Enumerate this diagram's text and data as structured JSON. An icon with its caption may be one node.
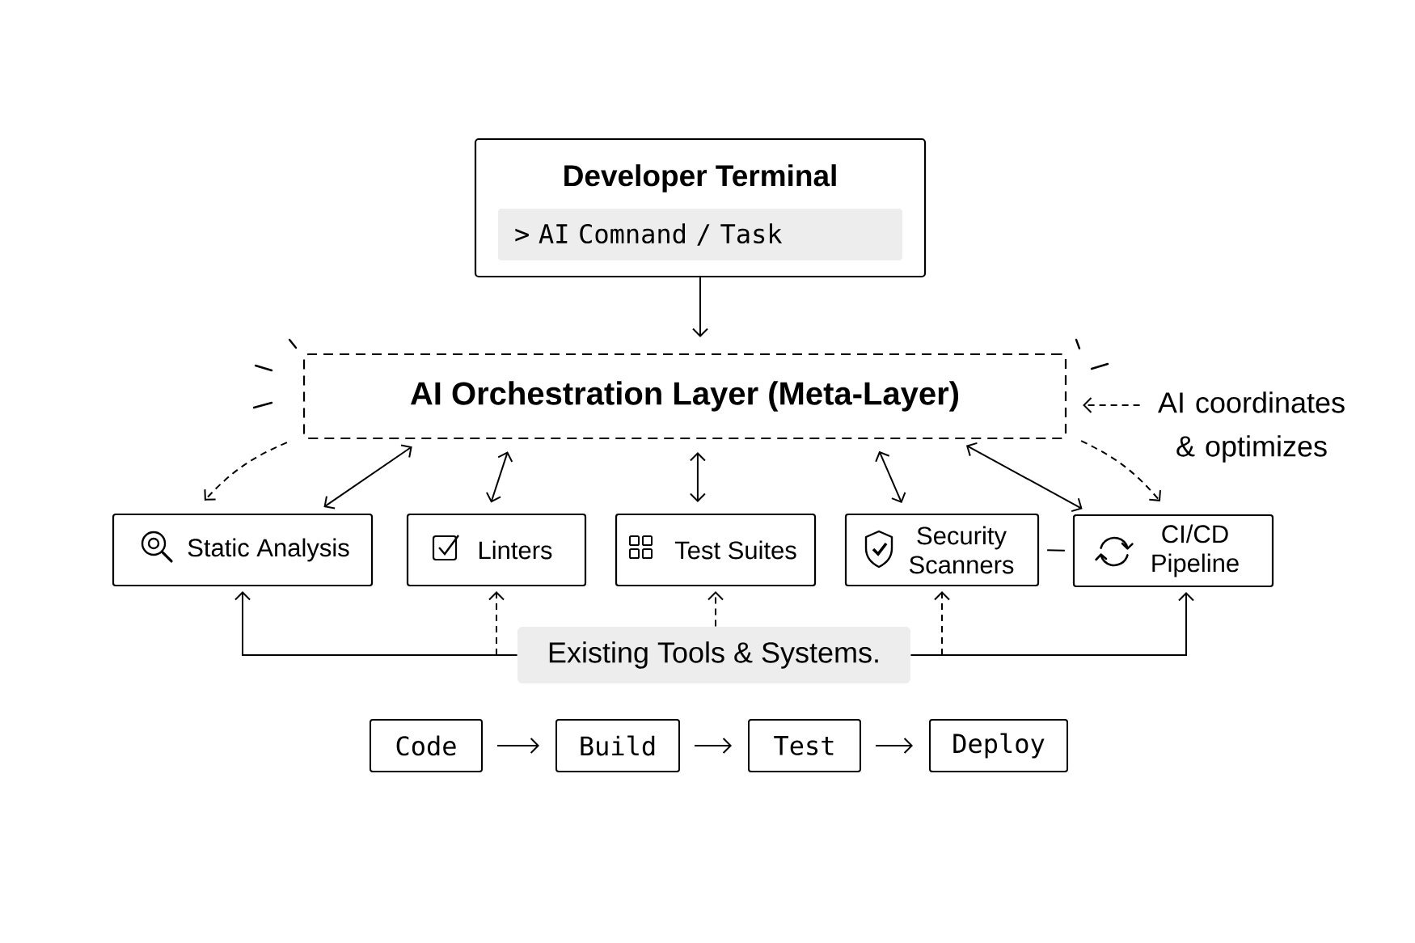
{
  "diagram": {
    "nodes": [
      {
        "text": [
          "Developer Terminal"
        ]
      },
      {
        "text": [
          "> AI Comnand / Task"
        ],
        "in": 0
      },
      {
        "text": [
          "AI Orchestration Layer (Meta-Layer)"
        ]
      },
      {
        "text": [
          "AI coordinates & optimizes"
        ]
      },
      {
        "text": [
          "Static Analysis"
        ]
      },
      {
        "text": [
          "Linters"
        ]
      },
      {
        "text": [
          "Test Suites"
        ]
      },
      {
        "text": [
          "Security Scanners"
        ]
      },
      {
        "text": [
          "CI/CD Pipeline"
        ]
      },
      {
        "text": [
          "Existing Tools & Systems."
        ]
      },
      {
        "text": [
          "Code"
        ]
      },
      {
        "text": [
          "Build"
        ]
      },
      {
        "text": [
          "Test"
        ]
      },
      {
        "text": [
          "Deploy"
        ]
      }
    ],
    "edges": [
      {
        "from": 0,
        "to": 2,
        "arrow": "to"
      },
      {
        "from": 3,
        "to": 2,
        "arrow": "to",
        "style": "dashed"
      },
      {
        "from": 2,
        "to": 4,
        "arrow": "to",
        "style": "dashed"
      },
      {
        "from": 2,
        "to": 4,
        "arrow": "both"
      },
      {
        "from": 2,
        "to": 5,
        "arrow": "both"
      },
      {
        "from": 2,
        "to": 6,
        "arrow": "both"
      },
      {
        "from": 2,
        "to": 7,
        "arrow": "both"
      },
      {
        "from": 2,
        "to": 8,
        "arrow": "both"
      },
      {
        "from": 2,
        "to": 8,
        "arrow": "to",
        "style": "dashed"
      },
      {
        "from": 7,
        "to": 8,
        "arrow": "none"
      },
      {
        "from": 9,
        "to": 4,
        "arrow": "to"
      },
      {
        "from": 9,
        "to": 5,
        "arrow": "to",
        "style": "dashed"
      },
      {
        "from": 9,
        "to": 6,
        "arrow": "to",
        "style": "dashed"
      },
      {
        "from": 9,
        "to": 7,
        "arrow": "to",
        "style": "dashed"
      },
      {
        "from": 9,
        "to": 8,
        "arrow": "to"
      },
      {
        "from": 10,
        "to": 11,
        "arrow": "to"
      },
      {
        "from": 11,
        "to": 12,
        "arrow": "to"
      },
      {
        "from": 12,
        "to": 13,
        "arrow": "to"
      }
    ]
  }
}
